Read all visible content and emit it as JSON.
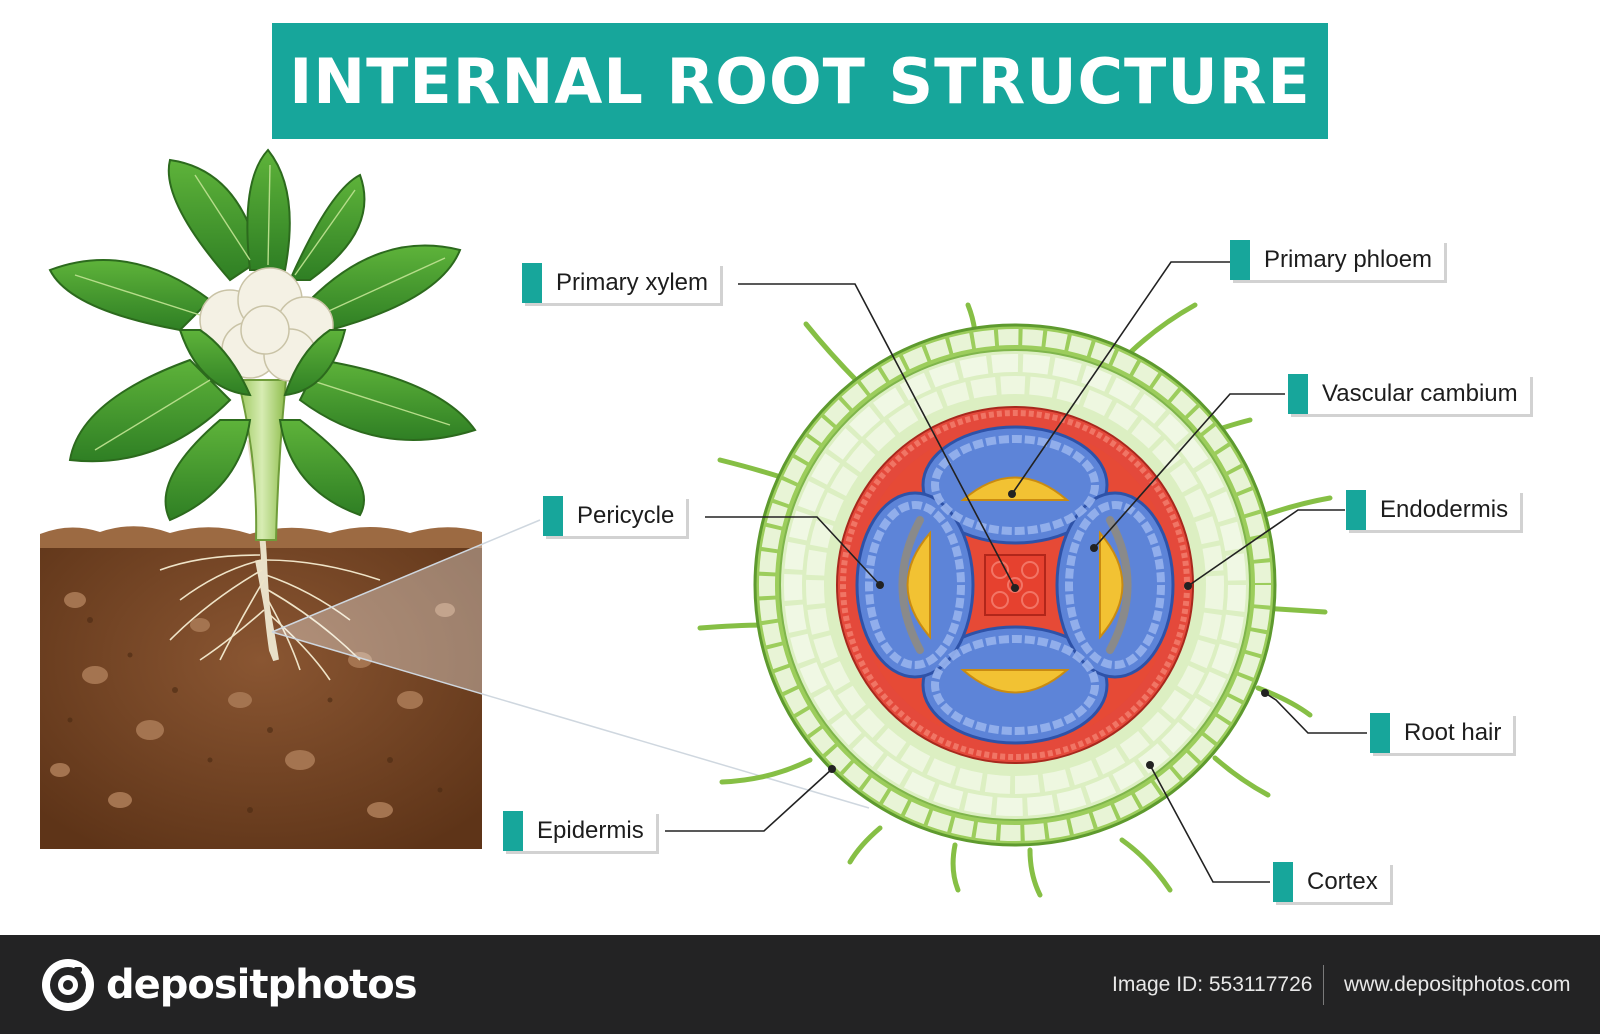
{
  "title": "INTERNAL ROOT STRUCTURE",
  "labels": {
    "primary_xylem": "Primary xylem",
    "primary_phloem": "Primary phloem",
    "vascular_cambium": "Vascular cambium",
    "pericycle": "Pericycle",
    "endodermis": "Endodermis",
    "root_hair": "Root hair",
    "epidermis": "Epidermis",
    "cortex": "Cortex"
  },
  "footer": {
    "brand": "depositphotos",
    "image_id": "Image ID: 553117726",
    "site": "www.depositphotos.com"
  },
  "colors": {
    "accent": "#17a69b",
    "epidermis": "#9ccd5c",
    "cortex": "#dcefc2",
    "endodermis": "#e4493b",
    "pericycle": "#5d84d8",
    "phloem": "#f2c233",
    "cambium": "#8a8a8a",
    "xylem": "#e6412f",
    "soil": "#7a4a2a",
    "footer_bg": "#232324"
  }
}
